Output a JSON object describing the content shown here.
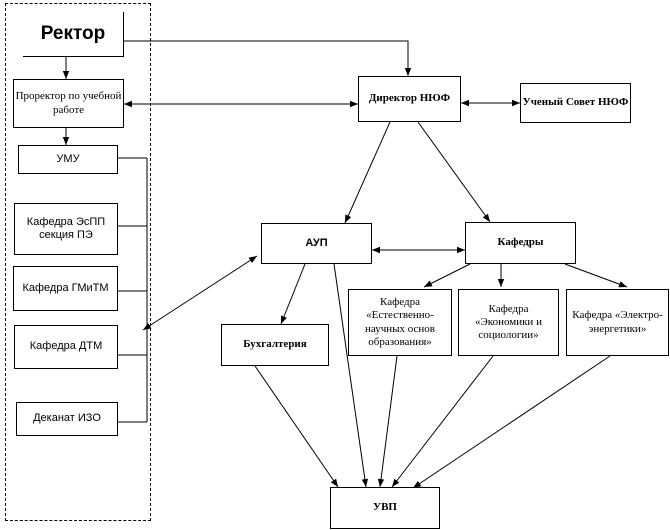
{
  "diagram": {
    "nodes": {
      "rector": "Ректор",
      "prorector": "Проректор по учебной работе",
      "umu": "УМУ",
      "kafedra_espp": "Кафедра  ЭсПП секция ПЭ",
      "kafedra_gmitm": "Кафедра ГМиТМ",
      "kafedra_dtm": "Кафедра ДТМ",
      "dekanat": "Деканат ИЗО",
      "director": "Директор НЮФ",
      "council": "Ученый Совет НЮФ",
      "aup": "АУП",
      "kafedry": "Кафедры",
      "buhgalteria": "Бухгалтерия",
      "kafedra_estnauch": "Кафедра «Естественно-научных основ образования»",
      "kafedra_econ": "Кафедра «Экономики и социологии»",
      "kafedra_electro": "Кафедра «Электро-энергетики»",
      "uvp": "УВП"
    },
    "edges": [
      {
        "from": "rector",
        "to": "director",
        "type": "arrow"
      },
      {
        "from": "rector",
        "to": "prorector",
        "type": "arrow"
      },
      {
        "from": "prorector",
        "to": "director",
        "type": "double-arrow"
      },
      {
        "from": "prorector",
        "to": "umu",
        "type": "arrow"
      },
      {
        "from": "director",
        "to": "council",
        "type": "double-arrow"
      },
      {
        "from": "director",
        "to": "aup",
        "type": "arrow"
      },
      {
        "from": "director",
        "to": "kafedry",
        "type": "arrow"
      },
      {
        "from": "aup",
        "to": "kafedry",
        "type": "double-arrow"
      },
      {
        "from": "aup",
        "to": "left-group",
        "type": "double-arrow"
      },
      {
        "from": "aup",
        "to": "buhgalteria",
        "type": "arrow"
      },
      {
        "from": "aup",
        "to": "uvp",
        "type": "arrow"
      },
      {
        "from": "kafedry",
        "to": "kafedra_estnauch",
        "type": "arrow"
      },
      {
        "from": "kafedry",
        "to": "kafedra_econ",
        "type": "arrow"
      },
      {
        "from": "kafedry",
        "to": "kafedra_electro",
        "type": "arrow"
      },
      {
        "from": "buhgalteria",
        "to": "uvp",
        "type": "arrow"
      },
      {
        "from": "kafedra_estnauch",
        "to": "uvp",
        "type": "arrow"
      },
      {
        "from": "kafedra_econ",
        "to": "uvp",
        "type": "arrow"
      },
      {
        "from": "kafedra_electro",
        "to": "uvp",
        "type": "arrow"
      }
    ]
  }
}
